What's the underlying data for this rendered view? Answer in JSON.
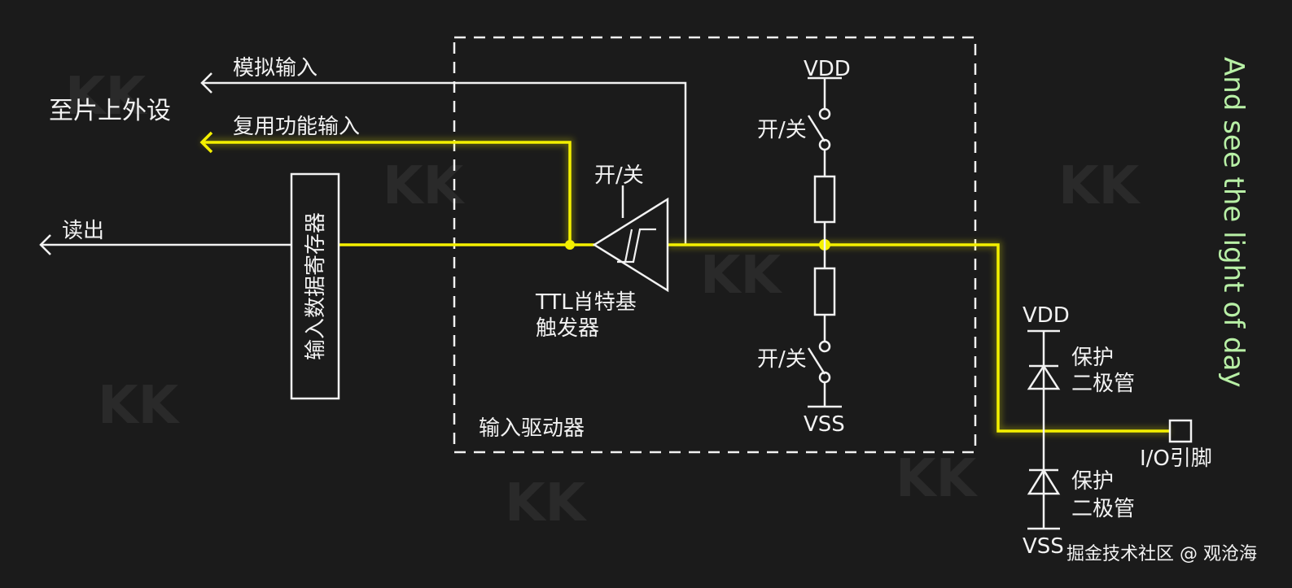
{
  "labels": {
    "analog_input": "模拟输入",
    "to_peripheral": "至片上外设",
    "alt_func_input": "复用功能输入",
    "read_out": "读出",
    "input_data_register": "输入数据寄存器",
    "switch_top": "开/关",
    "schmitt_line1": "TTL肖特基",
    "schmitt_line2": "触发器",
    "input_driver": "输入驱动器",
    "vdd_pull": "VDD",
    "switch_pullup": "开/关",
    "switch_pulldown": "开/关",
    "vss_pull": "VSS",
    "vdd_protect": "VDD",
    "protect_diode_top_1": "保护",
    "protect_diode_top_2": "二极管",
    "protect_diode_bot_1": "保护",
    "protect_diode_bot_2": "二极管",
    "vss_protect": "VSS",
    "io_pin": "I/O引脚"
  },
  "watermark": {
    "text": "KK"
  },
  "side_caption": "And see the light of day",
  "credit": "掘金技术社区 @ 观沧海",
  "colors": {
    "background": "#1b1b1b",
    "line": "#f2f2f2",
    "highlight": "#f4f000",
    "side_caption": "#b8f0a6"
  }
}
